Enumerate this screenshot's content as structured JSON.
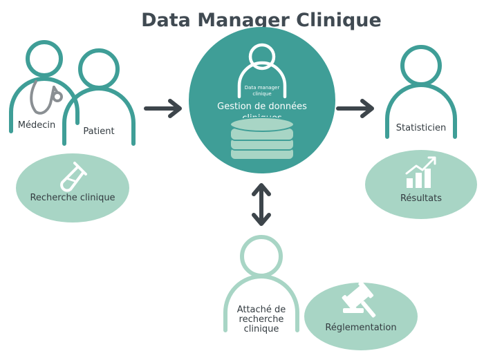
{
  "title": "Data Manager Clinique",
  "actors": {
    "medecin": "Médecin",
    "patient": "Patient",
    "statisticien": "Statisticien",
    "attache_line1": "Attaché de",
    "attache_line2": "recherche",
    "attache_line3": "clinique"
  },
  "center": {
    "badge_line1": "Data manager",
    "badge_line2": "clinique",
    "label_line1": "Gestion de données",
    "label_line2": "cliniques"
  },
  "bubbles": {
    "recherche": "Recherche clinique",
    "resultats": "Résultats",
    "reglementation": "Réglementation"
  },
  "icons": {
    "person": "person-icon",
    "stethoscope": "stethoscope-icon",
    "test_tube": "test-tube-icon",
    "database": "database-icon",
    "chart": "bar-chart-icon",
    "gavel": "gavel-icon",
    "arrow": "arrow-icon"
  },
  "colors": {
    "teal": "#3f9e97",
    "teal_light": "#a8d5c5",
    "gray_dark": "#3d454b",
    "stethoscope": "#8a8f93"
  }
}
